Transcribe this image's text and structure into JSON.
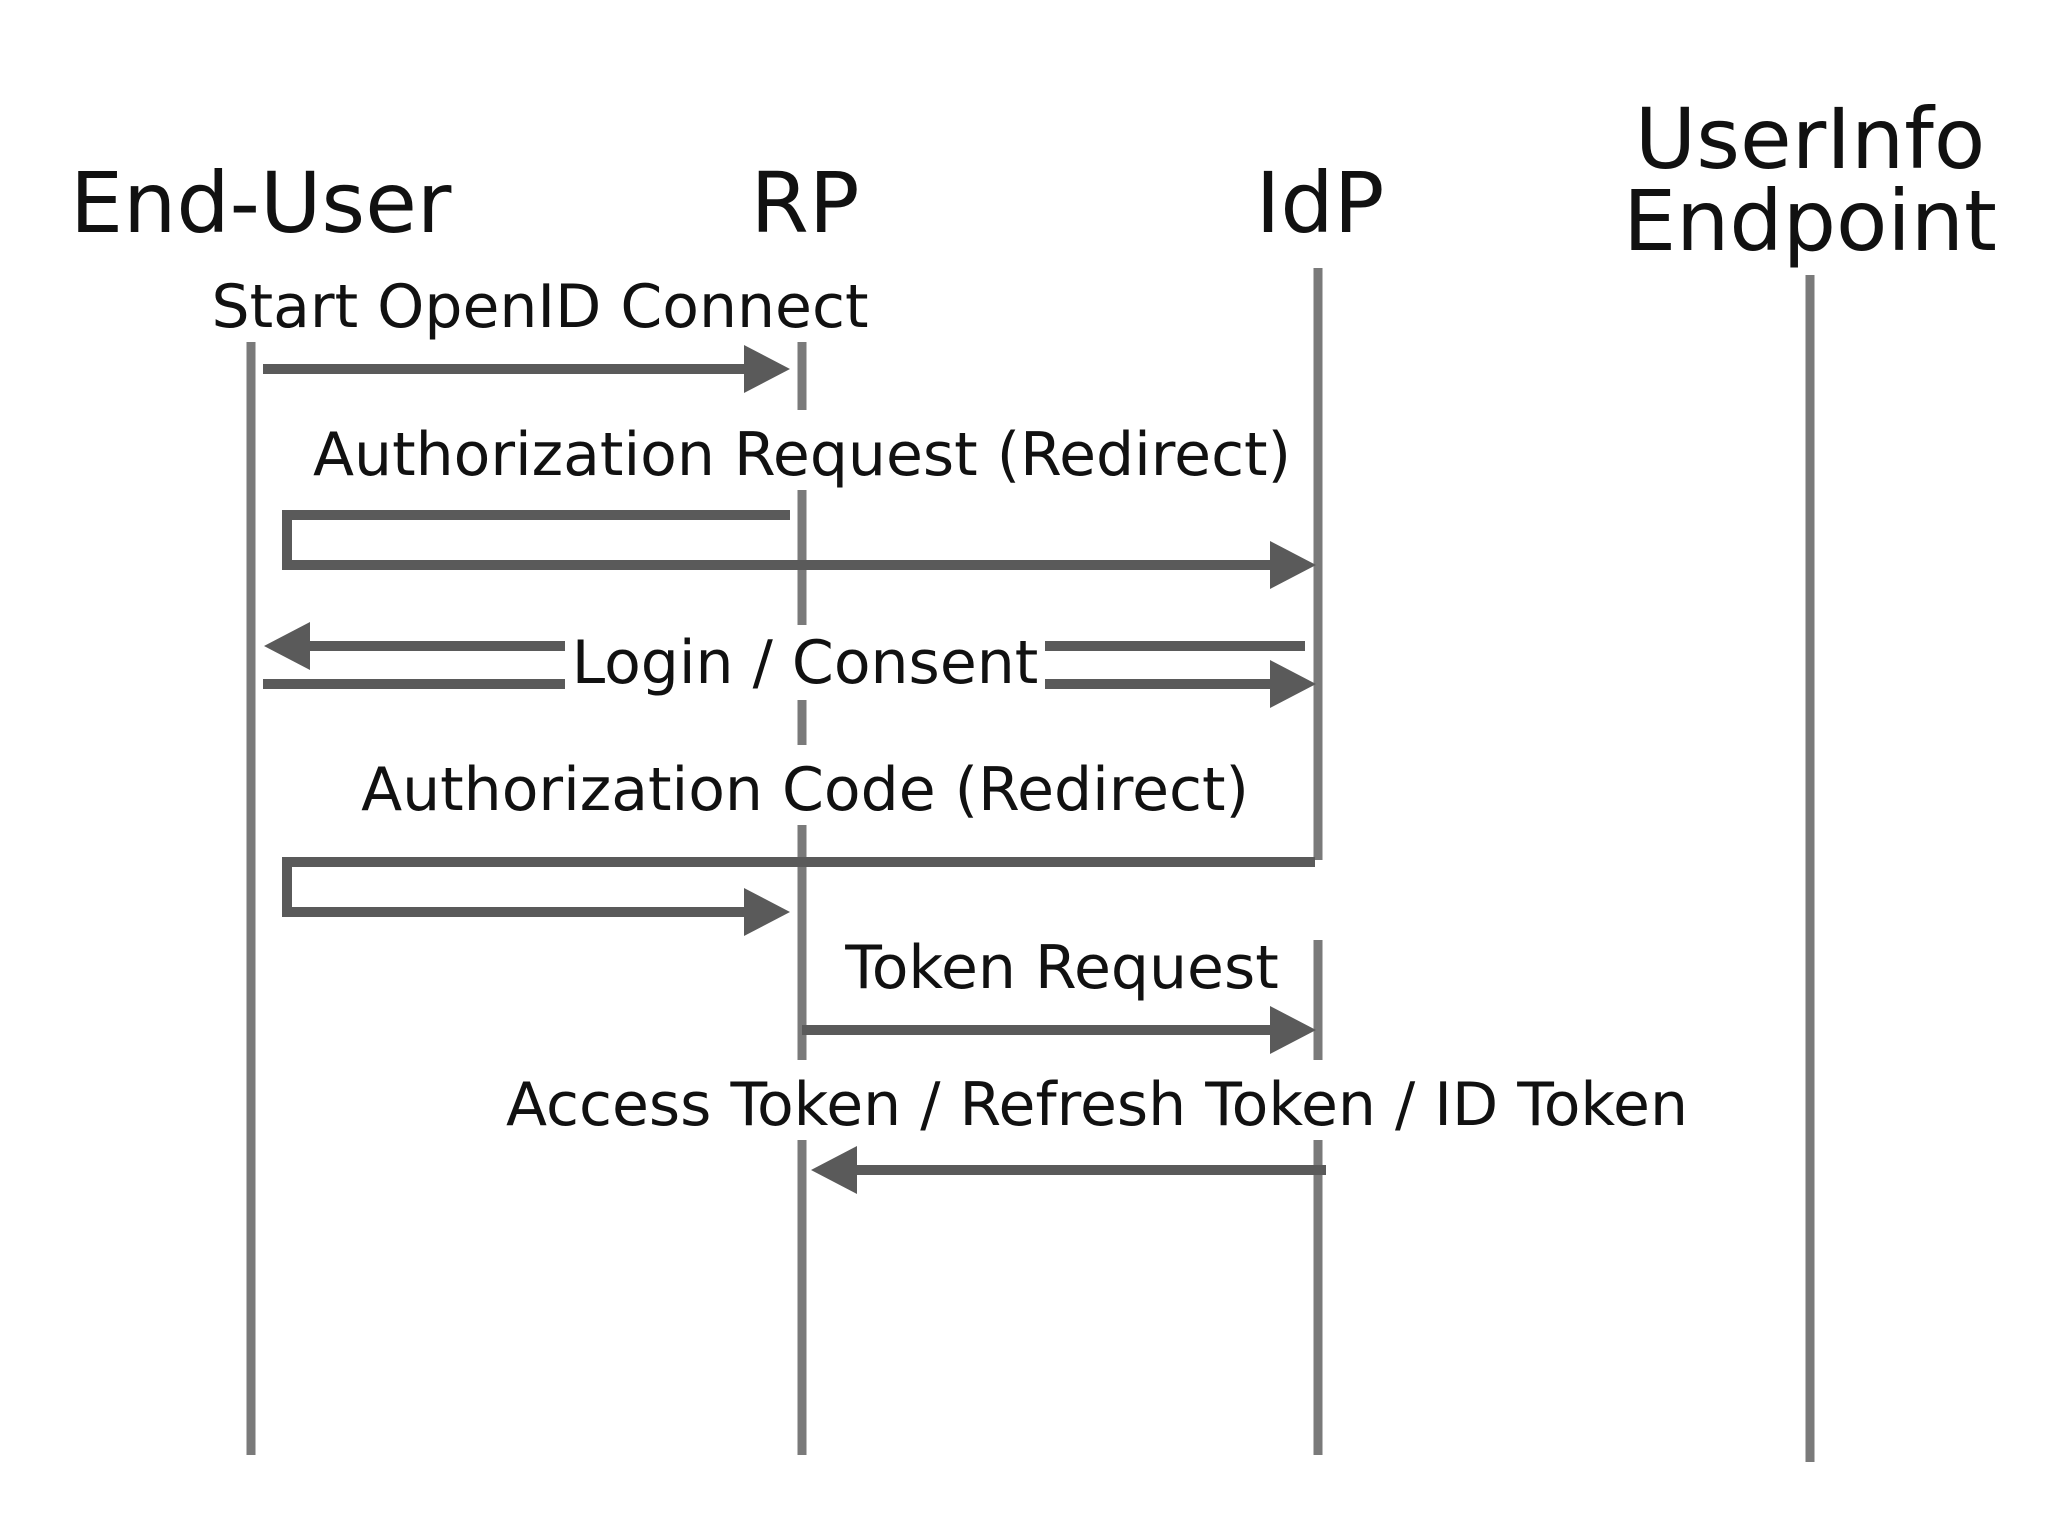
{
  "participants": [
    {
      "id": "end_user",
      "lines": [
        "End-User"
      ]
    },
    {
      "id": "rp",
      "lines": [
        "RP"
      ]
    },
    {
      "id": "idp",
      "lines": [
        "IdP"
      ]
    },
    {
      "id": "userinfo",
      "lines": [
        "UserInfo",
        "Endpoint"
      ]
    }
  ],
  "messages": [
    {
      "id": "start",
      "label": "Start OpenID Connect",
      "from": "end_user",
      "to": "rp"
    },
    {
      "id": "authz_request",
      "label": "Authorization Request (Redirect)",
      "from": "rp",
      "via": "end_user",
      "to": "idp"
    },
    {
      "id": "login_consent",
      "label": "Login / Consent",
      "between": [
        "end_user",
        "idp"
      ],
      "bidirectional": true
    },
    {
      "id": "authz_code",
      "label": "Authorization Code (Redirect)",
      "from": "idp",
      "via": "end_user",
      "to": "rp"
    },
    {
      "id": "token_request",
      "label": "Token Request",
      "from": "rp",
      "to": "idp"
    },
    {
      "id": "token_response",
      "label": "Access Token / Refresh Token / ID Token",
      "from": "idp",
      "to": "rp"
    }
  ],
  "colors": {
    "lifeline": "#7a7a7a",
    "arrow": "#5a5a5a",
    "text": "#111111",
    "background": "#ffffff"
  }
}
